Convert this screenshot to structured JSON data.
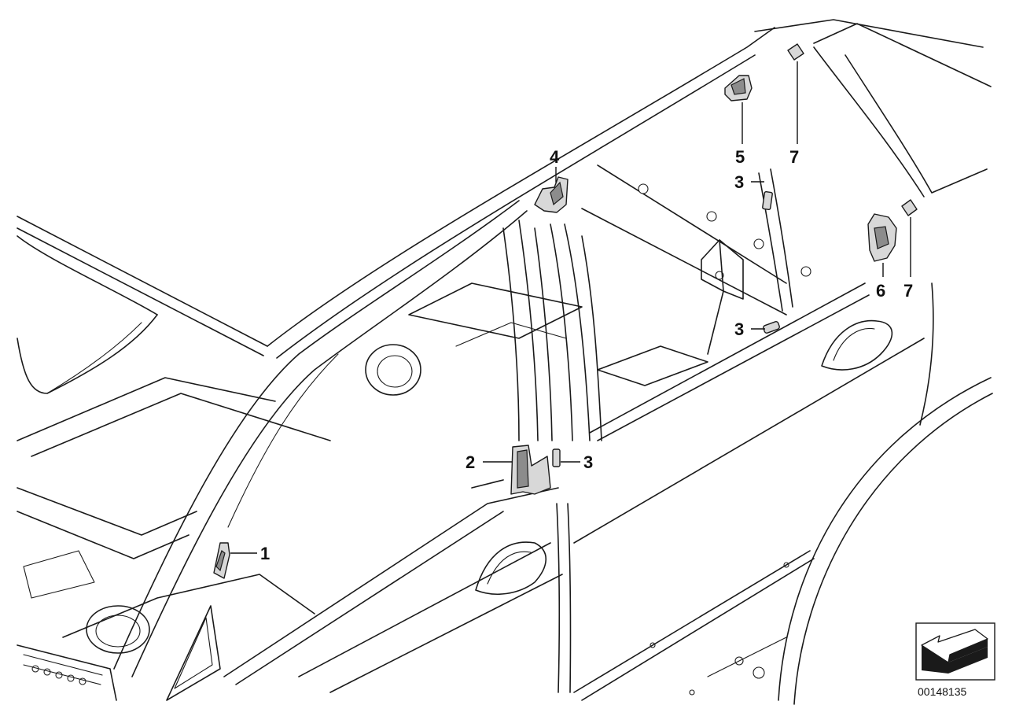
{
  "callouts": {
    "c1": "1",
    "c2": "2",
    "c3a": "3",
    "c3b": "3",
    "c3c": "3",
    "c4": "4",
    "c5": "5",
    "c6": "6",
    "c7a": "7",
    "c7b": "7"
  },
  "reference_number": "00148135",
  "icons": {
    "orientation": "direction-arrow-icon"
  }
}
